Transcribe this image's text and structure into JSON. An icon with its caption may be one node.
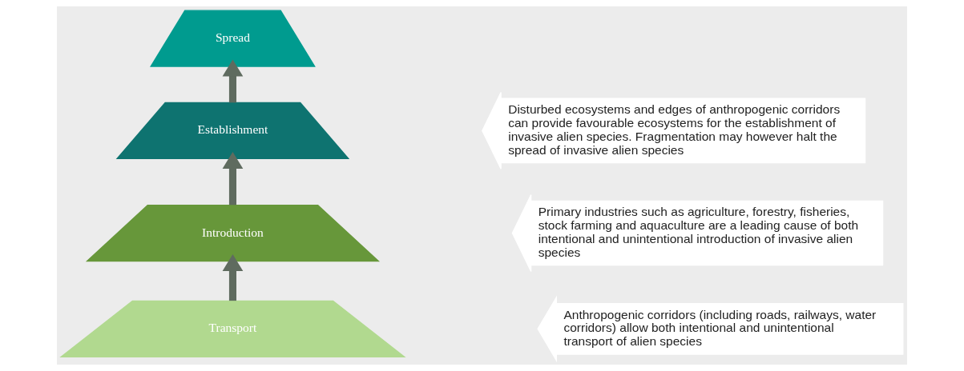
{
  "diagram": {
    "nodes": [
      {
        "text": [
          "Spread"
        ]
      },
      {
        "text": [
          "Establishment"
        ]
      },
      {
        "text": [
          "Introduction"
        ]
      },
      {
        "text": [
          "Transport"
        ]
      },
      {
        "text": [
          "Disturbed ecosystems and edges of anthropogenic corridors can provide favourable ecosystems for the establishment of invasive alien species. Fragmentation may however halt the spread of invasive alien species"
        ]
      },
      {
        "text": [
          "Primary industries such as agriculture, forestry, fisheries, stock farming and aquaculture are a leading cause of both intentional and unintentional introduction of invasive alien species"
        ]
      },
      {
        "text": [
          "Anthropogenic corridors (including roads, railways, water corridors) allow both intentional and unintentional transport of alien species"
        ]
      }
    ],
    "edges": [
      {
        "from": 3,
        "to": 2,
        "arrow": "to"
      },
      {
        "from": 2,
        "to": 1,
        "arrow": "to"
      },
      {
        "from": 1,
        "to": 0,
        "arrow": "to"
      }
    ]
  }
}
